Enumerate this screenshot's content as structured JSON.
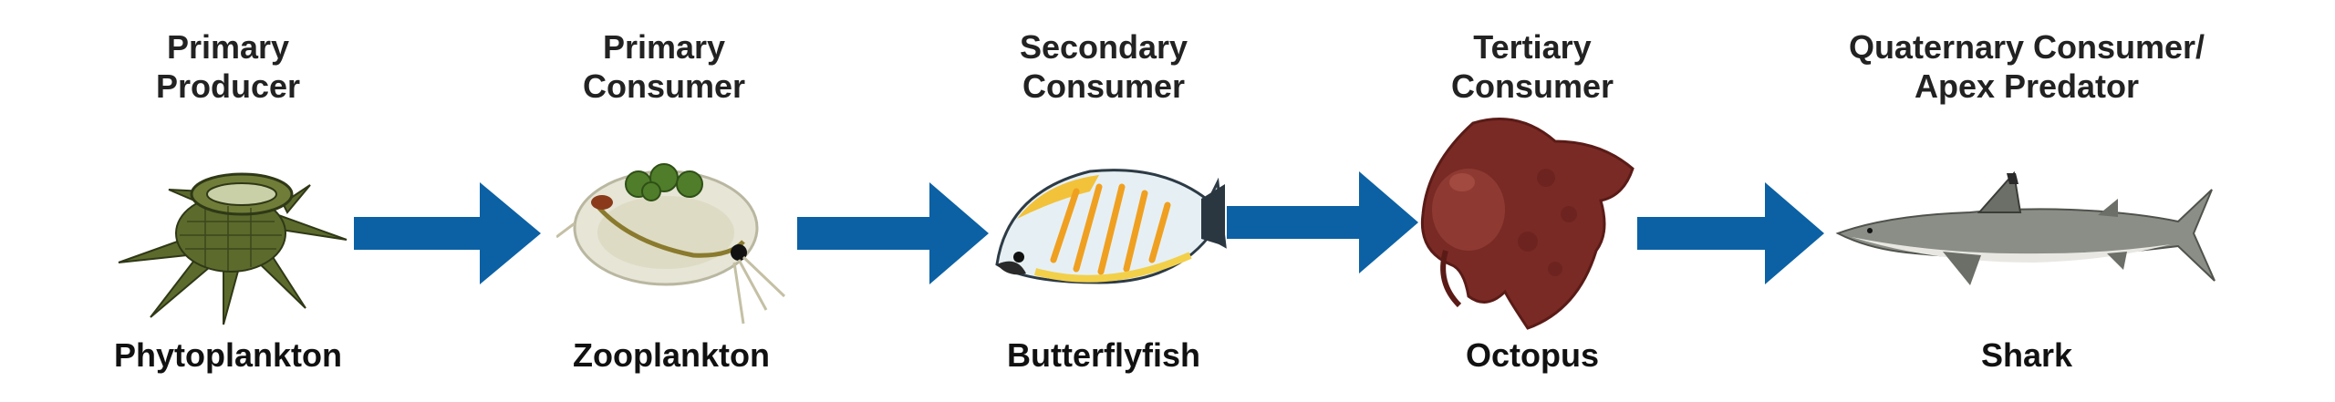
{
  "levels": [
    {
      "title_1": "Primary",
      "title_2": "Producer",
      "name": "Phytoplankton",
      "icon": "phytoplankton-icon"
    },
    {
      "title_1": "Primary",
      "title_2": "Consumer",
      "name": "Zooplankton",
      "icon": "zooplankton-icon"
    },
    {
      "title_1": "Secondary",
      "title_2": "Consumer",
      "name": "Butterflyfish",
      "icon": "butterflyfish-icon"
    },
    {
      "title_1": "Tertiary",
      "title_2": "Consumer",
      "name": "Octopus",
      "icon": "octopus-icon"
    },
    {
      "title_1": "Quaternary Consumer/",
      "title_2": "Apex Predator",
      "name": "Shark",
      "icon": "shark-icon"
    }
  ],
  "colors": {
    "arrow": "#0b61a4",
    "text": "#1a1a1a",
    "phytoplankton": "#5c6a2c",
    "zooplankton": "#d9d8c4",
    "butterflyfish": "#f2c23a",
    "octopus": "#7a2a25",
    "shark": "#8a8e86"
  }
}
